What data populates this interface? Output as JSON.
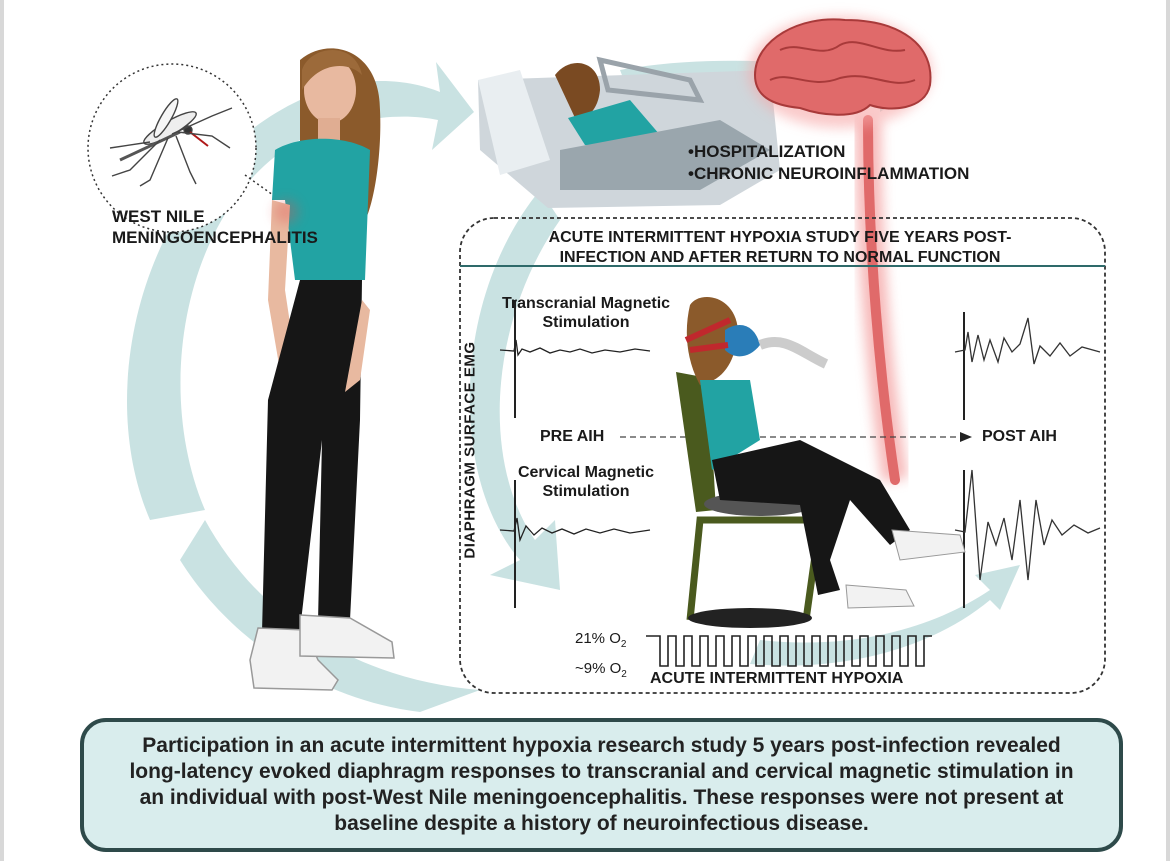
{
  "infection": {
    "line1": "WEST NILE",
    "line2": "MENINGOENCEPHALITIS"
  },
  "hospital": {
    "items": [
      "•HOSPITALIZATION",
      "•CHRONIC NEUROINFLAMMATION"
    ]
  },
  "study": {
    "title_line1": "ACUTE INTERMITTENT HYPOXIA STUDY FIVE YEARS POST-",
    "title_line2": "INFECTION AND AFTER RETURN TO NORMAL FUNCTION",
    "y_axis_label": "DIAPHRAGM SURFACE EMG",
    "tms_line1": "Transcranial Magnetic",
    "tms_line2": "Stimulation",
    "cms_line1": "Cervical Magnetic",
    "cms_line2": "Stimulation",
    "pre_label": "PRE AIH",
    "post_label": "POST AIH",
    "o2_high_prefix": "21% O",
    "o2_low_prefix": "~9% O",
    "o2_subscript": "2",
    "protocol_label": "ACUTE INTERMITTENT HYPOXIA"
  },
  "caption": {
    "text": "Participation in an acute intermittent hypoxia research study 5 years post-infection revealed long-latency evoked diaphragm responses to transcranial and cervical magnetic stimulation in an individual with post-West Nile meningoencephalitis. These responses were not present at baseline despite a history of neuroinfectious disease."
  },
  "colors": {
    "arrow": "#c9e2e2",
    "shirt": "#22a3a3",
    "brain": "#e06a6a",
    "caption_bg": "#d9eded",
    "caption_border": "#2e4a4a"
  }
}
